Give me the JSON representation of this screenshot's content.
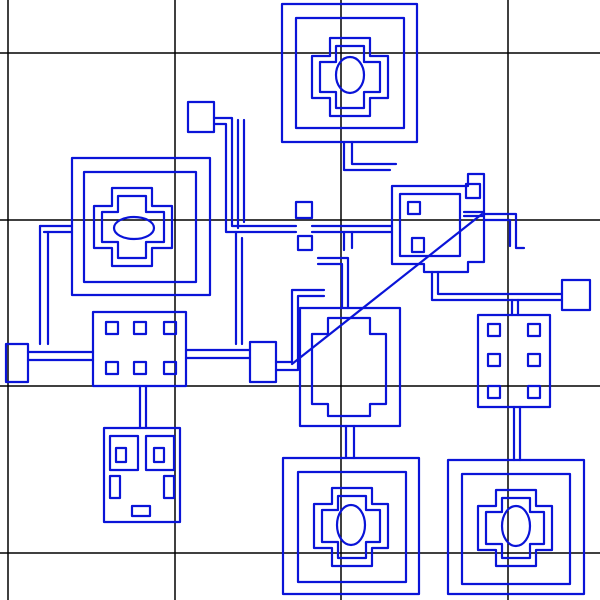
{
  "diagram": {
    "type": "floor-plan-outline",
    "colors": {
      "background": "#ffffff",
      "grid_lines": "#000000",
      "outline": "#0a14d8"
    },
    "grid": {
      "vertical_lines": 4,
      "horizontal_lines": 4
    },
    "rooms": [
      {
        "name": "top-center-nested-square-room",
        "shape": "nested-squares-with-cross-and-oval"
      },
      {
        "name": "left-nested-square-room",
        "shape": "nested-squares-with-cross-and-oval"
      },
      {
        "name": "bottom-center-nested-square-room",
        "shape": "nested-squares-with-cross-and-oval"
      },
      {
        "name": "bottom-right-nested-square-room",
        "shape": "nested-squares-with-cross-and-oval"
      },
      {
        "name": "left-pillar-room",
        "shape": "room-with-six-pillars"
      },
      {
        "name": "right-pillar-room",
        "shape": "room-with-six-pillars"
      },
      {
        "name": "center-cross-room",
        "shape": "cross-shaped-room"
      },
      {
        "name": "lower-left-small-room",
        "shape": "room-with-small-features"
      },
      {
        "name": "right-upper-room",
        "shape": "irregular-room"
      }
    ],
    "connectors": {
      "diagonal_lines": 1,
      "corridor_style": "double-line"
    }
  }
}
